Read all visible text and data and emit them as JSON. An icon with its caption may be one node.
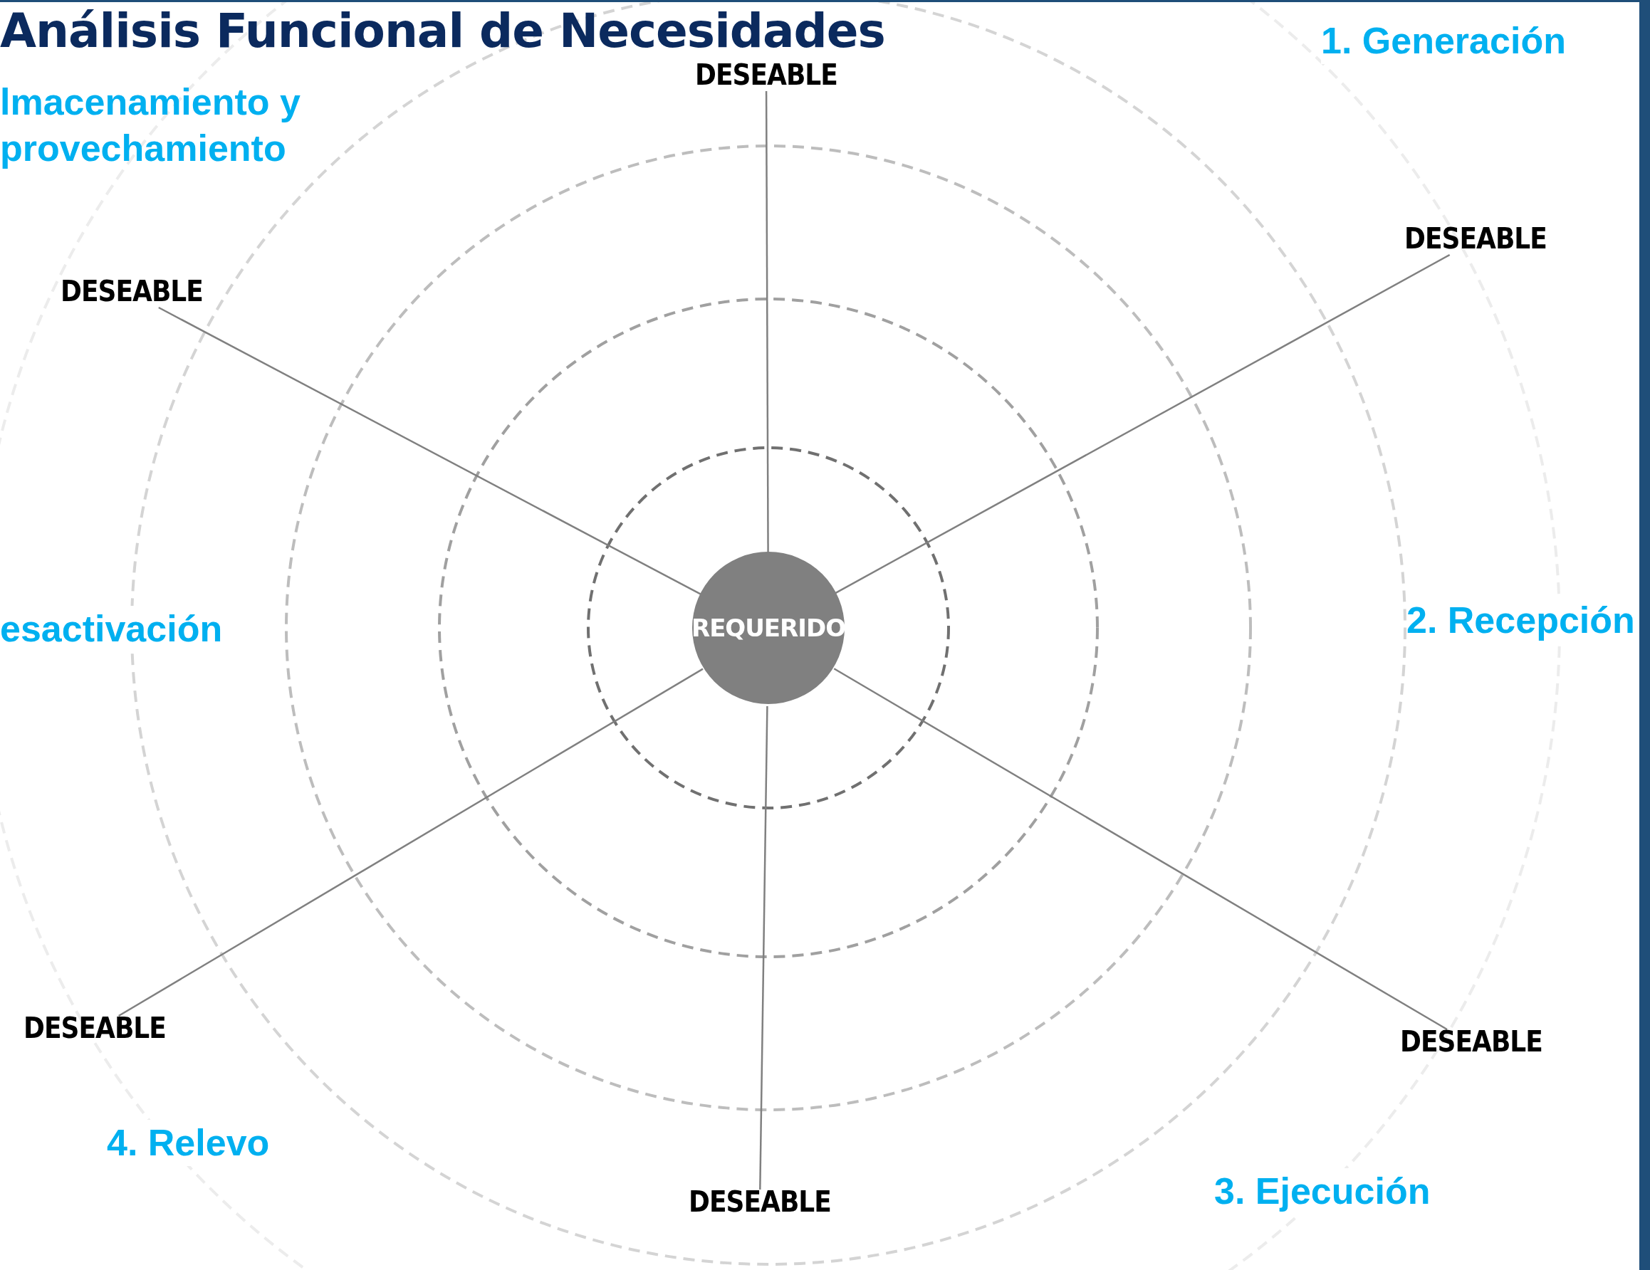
{
  "diagram": {
    "title": "Análisis Funcional de Necesidades",
    "nodes": [
      {
        "text": [
          "REQUERIDO"
        ]
      },
      {
        "text": [
          "DESEABLE"
        ]
      },
      {
        "text": [
          "DESEABLE"
        ]
      },
      {
        "text": [
          "DESEABLE"
        ]
      },
      {
        "text": [
          "DESEABLE"
        ]
      },
      {
        "text": [
          "DESEABLE"
        ]
      },
      {
        "text": [
          "DESEABLE"
        ]
      }
    ],
    "edges": [
      {
        "from": 0,
        "to": 1,
        "arrow": "none"
      },
      {
        "from": 0,
        "to": 2,
        "arrow": "none"
      },
      {
        "from": 0,
        "to": 3,
        "arrow": "none"
      },
      {
        "from": 0,
        "to": 4,
        "arrow": "none"
      },
      {
        "from": 0,
        "to": 5,
        "arrow": "none"
      },
      {
        "from": 0,
        "to": 6,
        "arrow": "none"
      }
    ],
    "labels": [
      "1. Generación",
      "lmacenamiento y provechamiento",
      "esactivación",
      "2. Recepción",
      "4. Relevo",
      "3. Ejecución"
    ]
  }
}
